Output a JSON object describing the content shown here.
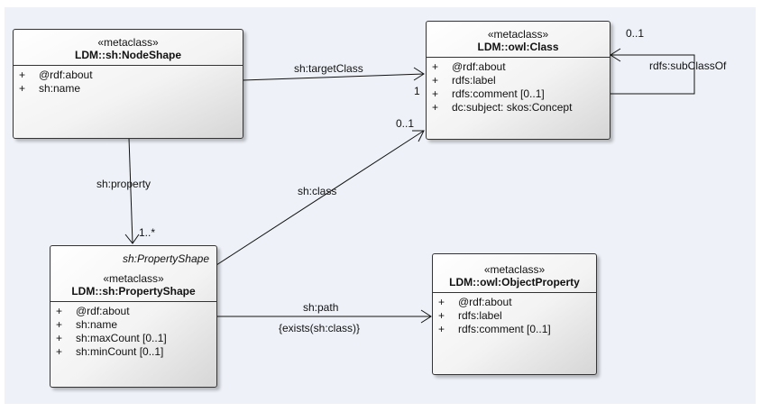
{
  "classes": {
    "node_shape": {
      "stereotype": "«metaclass»",
      "name": "LDM::sh:NodeShape",
      "attributes": [
        {
          "visibility": "+",
          "text": "@rdf:about"
        },
        {
          "visibility": "+",
          "text": "sh:name"
        }
      ]
    },
    "owl_class": {
      "stereotype": "«metaclass»",
      "name": "LDM::owl:Class",
      "attributes": [
        {
          "visibility": "+",
          "text": "@rdf:about"
        },
        {
          "visibility": "+",
          "text": "rdfs:label"
        },
        {
          "visibility": "+",
          "text": "rdfs:comment [0..1]"
        },
        {
          "visibility": "+",
          "text": "dc:subject: skos:Concept"
        }
      ]
    },
    "property_shape": {
      "tag": "sh:PropertyShape",
      "stereotype": "«metaclass»",
      "name": "LDM::sh:PropertyShape",
      "attributes": [
        {
          "visibility": "+",
          "text": "@rdf:about"
        },
        {
          "visibility": "+",
          "text": "sh:name"
        },
        {
          "visibility": "+",
          "text": "sh:maxCount [0..1]"
        },
        {
          "visibility": "+",
          "text": "sh:minCount [0..1]"
        }
      ]
    },
    "object_property": {
      "stereotype": "«metaclass»",
      "name": "LDM::owl:ObjectProperty",
      "attributes": [
        {
          "visibility": "+",
          "text": "@rdf:about"
        },
        {
          "visibility": "+",
          "text": "rdfs:label"
        },
        {
          "visibility": "+",
          "text": "rdfs:comment [0..1]"
        }
      ]
    }
  },
  "associations": {
    "target_class": {
      "label": "sh:targetClass",
      "multiplicity": "1"
    },
    "property": {
      "label": "sh:property",
      "multiplicity": "1..*"
    },
    "class": {
      "label": "sh:class",
      "multiplicity": "0..1"
    },
    "path": {
      "label": "sh:path",
      "constraint": "{exists(sh:class)}"
    },
    "sub_class_of": {
      "label": "rdfs:subClassOf",
      "multiplicity": "0..1"
    }
  }
}
